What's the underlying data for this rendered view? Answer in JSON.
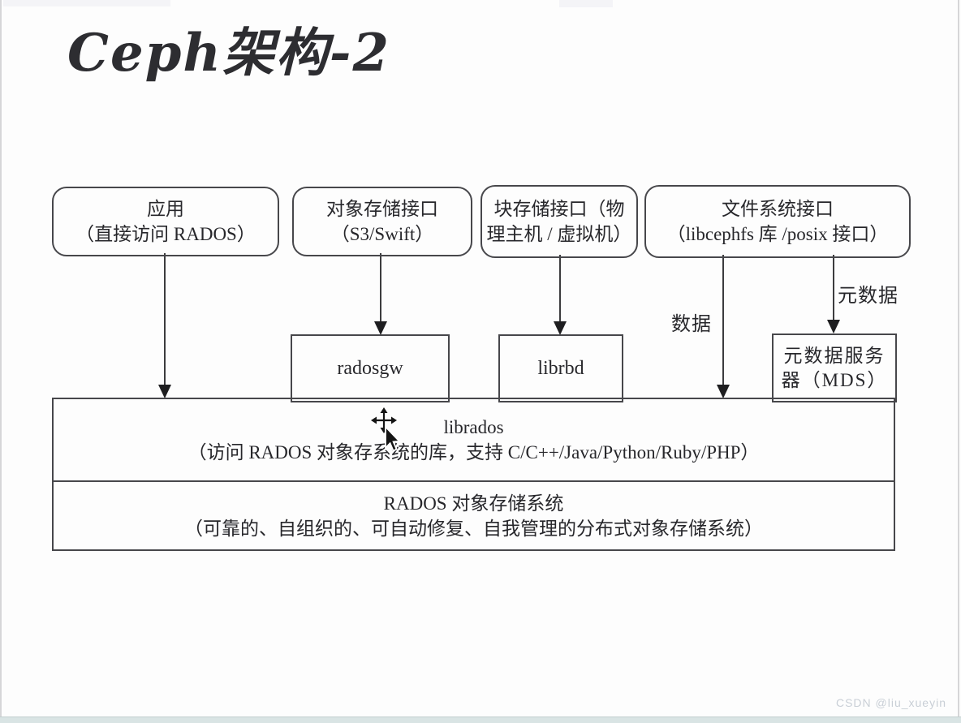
{
  "page": {
    "title": "Ceph架构-2",
    "watermark": "CSDN @liu_xueyin"
  },
  "diagram": {
    "top_boxes": [
      {
        "id": "app",
        "line1": "应用",
        "line2": "（直接访问 RADOS）"
      },
      {
        "id": "object-storage",
        "line1": "对象存储接口",
        "line2": "（S3/Swift）"
      },
      {
        "id": "block-storage",
        "line1": "块存储接口（物",
        "line2": "理主机 / 虚拟机）"
      },
      {
        "id": "filesystem",
        "line1": "文件系统接口",
        "line2": "（libcephfs 库 /posix 接口）"
      }
    ],
    "middleware": [
      {
        "id": "radosgw",
        "label": "radosgw"
      },
      {
        "id": "librbd",
        "label": "librbd"
      },
      {
        "id": "mds",
        "line1": "元数据服务",
        "line2": "器（MDS）"
      }
    ],
    "edge_labels": {
      "data": "数据",
      "metadata": "元数据"
    },
    "librados": {
      "line1": "librados",
      "line2": "（访问 RADOS 对象存系统的库，支持 C/C++/Java/Python/Ruby/PHP）"
    },
    "rados": {
      "line1": "RADOS 对象存储系统",
      "line2": "（可靠的、自组织的、可自动修复、自我管理的分布式对象存储系统）"
    },
    "colors": {
      "line": "#3c3c3e",
      "border": "#47474b",
      "text": "#27272b",
      "bottom_band": "#d9e4e4",
      "watermark_text": "#c9cfd6"
    }
  }
}
